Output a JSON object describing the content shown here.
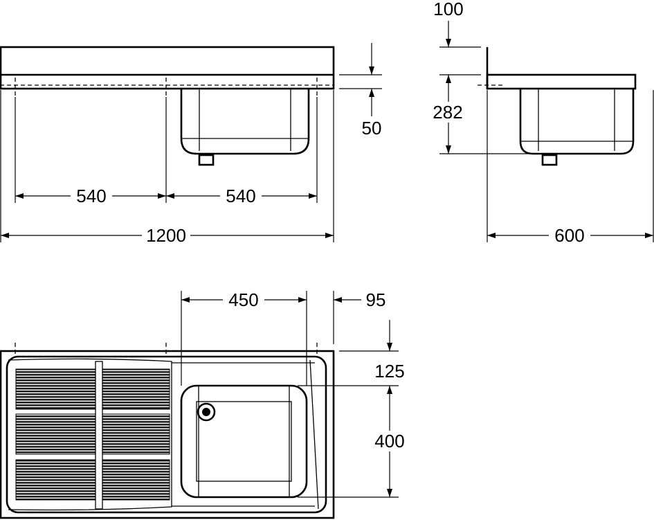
{
  "dimensions": {
    "backsplash_height": "100",
    "rim_thickness": "50",
    "bowl_depth": "282",
    "left_centre": "540",
    "right_centre": "540",
    "total_length": "1200",
    "total_depth": "600",
    "bowl_length": "450",
    "right_edge": "95",
    "front_edge": "125",
    "bowl_width": "400"
  }
}
